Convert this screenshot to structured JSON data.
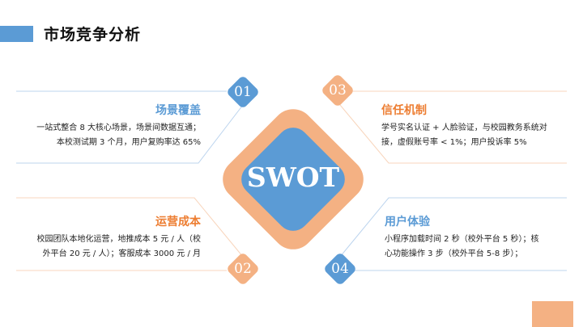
{
  "header": {
    "title": "市场竞争分析",
    "accent_color": "#5b9bd5"
  },
  "center": {
    "label": "SWOT",
    "outer_color": "#f4b183",
    "inner_color": "#5b9bd5"
  },
  "sections": [
    {
      "num": "01",
      "title": "场景覆盖",
      "color": "#5b9bd5",
      "lines": [
        "一站式整合 8 大核心场景，场景间数据互通；",
        "本校测试期 3 个月，用户复购率达 65%"
      ]
    },
    {
      "num": "02",
      "title": "运营成本",
      "color": "#ed7d31",
      "lines": [
        "校园团队本地化运营，地推成本 5 元 / 人（校",
        "外平台 20 元 / 人）；客服成本 3000 元 / 月"
      ]
    },
    {
      "num": "03",
      "title": "信任机制",
      "color": "#ed7d31",
      "lines": [
        "学号实名认证 + 人脸验证，与校园教务系统对",
        "接，虚假账号率 < 1%；用户投诉率 5%"
      ]
    },
    {
      "num": "04",
      "title": "用户体验",
      "color": "#5b9bd5",
      "lines": [
        "小程序加载时间 2 秒（校外平台 5 秒）；核",
        "心功能操作 3 步（校外平台 5-8 步）；"
      ]
    }
  ]
}
